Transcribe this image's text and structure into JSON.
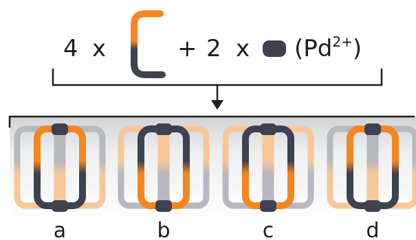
{
  "equation": {
    "coef_ligand": "4",
    "times_1": "x",
    "plus": "+",
    "coef_metal": "2",
    "times_2": "x",
    "metal_open": "(Pd",
    "metal_charge": "2+",
    "metal_close": ")"
  },
  "colors": {
    "orange": "#f5861f",
    "dark": "#3e4250",
    "light_orange": "#f7c79a",
    "light_gray": "#b7b9bf",
    "line": "#1d1d1d"
  },
  "cages": [
    {
      "label": "a",
      "front_top": "orange",
      "front_bottom": "dark",
      "back": "light"
    },
    {
      "label": "b",
      "front_top": "dark",
      "front_bottom": "orange",
      "back": "light"
    },
    {
      "label": "c",
      "front_top": "dark",
      "front_bottom": "orange",
      "back": "light"
    },
    {
      "label": "d",
      "front_top": "orange",
      "front_bottom": "dark",
      "back": "light"
    }
  ]
}
